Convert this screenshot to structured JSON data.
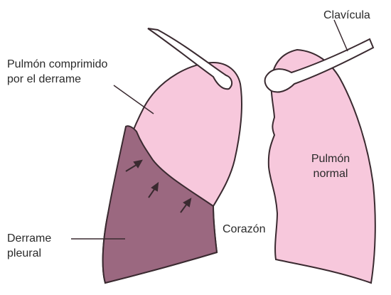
{
  "labels": {
    "clavicula": "Clavícula",
    "compressed_line1": "Pulmón comprimido",
    "compressed_line2": "por el derrame",
    "normal_line1": "Pulmón",
    "normal_line2": "normal",
    "heart": "Corazón",
    "effusion_line1": "Derrame",
    "effusion_line2": "pleural"
  },
  "colors": {
    "lung_fill": "#f7c8dc",
    "effusion_fill": "#9b6880",
    "outline": "#3a2a30",
    "text": "#2a2a2a"
  }
}
